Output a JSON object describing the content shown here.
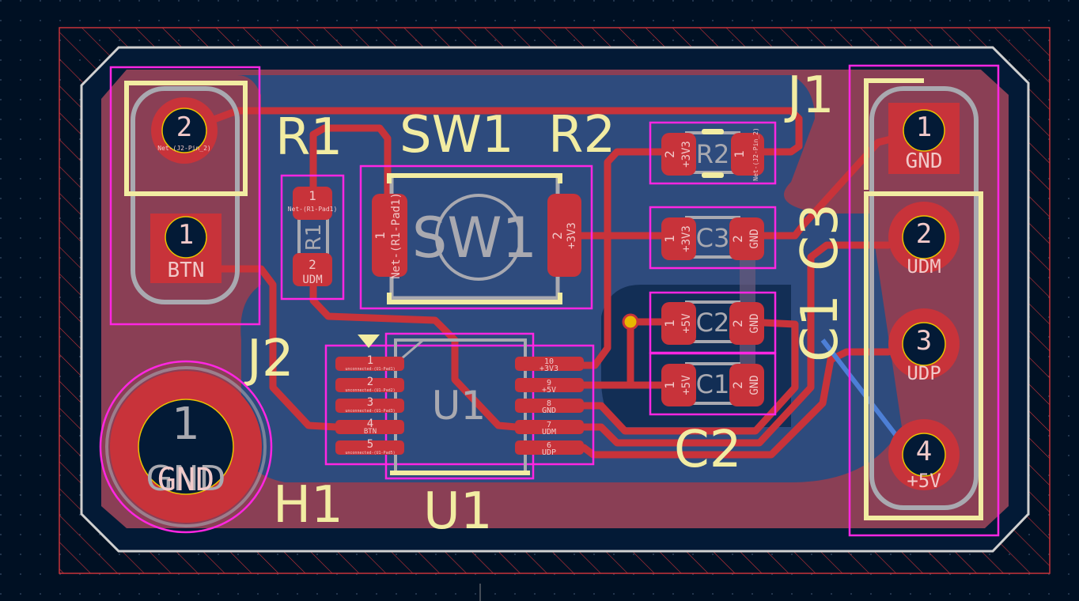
{
  "colors": {
    "background": "#001023",
    "front_copper": "#c8333a",
    "back_copper": "#2e4b7d",
    "silkscreen": "#f2eca2",
    "courtyard": "#ff26e2",
    "edge_cuts": "#d0d0d0",
    "fab": "#a9a9b0"
  },
  "components": {
    "J1": {
      "ref": "J1",
      "fab": "J1",
      "pads": [
        {
          "num": "1",
          "net": "GND"
        },
        {
          "num": "2",
          "net": "UDM"
        },
        {
          "num": "3",
          "net": "UDP"
        },
        {
          "num": "4",
          "net": "+5V"
        }
      ]
    },
    "J2": {
      "ref": "J2",
      "fab": "J2",
      "pads": [
        {
          "num": "2",
          "net": "Net-(J2-Pin_2)"
        },
        {
          "num": "1",
          "net": "BTN"
        }
      ]
    },
    "H1": {
      "ref": "H1",
      "fab": "GND",
      "pads": [
        {
          "num": "1",
          "net": "GND"
        }
      ]
    },
    "R1": {
      "ref": "R1",
      "fab": "R1",
      "pads": [
        {
          "num": "1",
          "net": "Net-(R1-Pad1)"
        },
        {
          "num": "2",
          "net": "UDM"
        }
      ]
    },
    "R2": {
      "ref": "R2",
      "fab": "R2",
      "pads": [
        {
          "num": "2",
          "net": "+3V3"
        },
        {
          "num": "1",
          "net": "Net-(J2-Pin_2)"
        }
      ]
    },
    "SW1": {
      "ref": "SW1",
      "fab": "SW1",
      "pads": [
        {
          "num": "1",
          "net": "Net-(R1-Pad1)"
        },
        {
          "num": "2",
          "net": "+3V3"
        }
      ]
    },
    "C1": {
      "ref": "C1",
      "fab": "C1",
      "pads": [
        {
          "num": "1",
          "net": "+5V"
        },
        {
          "num": "2",
          "net": "GND"
        }
      ]
    },
    "C2": {
      "ref": "C2",
      "fab": "C2",
      "pads": [
        {
          "num": "1",
          "net": "+5V"
        },
        {
          "num": "2",
          "net": "GND"
        }
      ]
    },
    "C3": {
      "ref": "C3",
      "fab": "C3",
      "pads": [
        {
          "num": "1",
          "net": "+3V3"
        },
        {
          "num": "2",
          "net": "GND"
        }
      ]
    },
    "U1": {
      "ref": "U1",
      "fab": "U1",
      "pads": [
        {
          "num": "1",
          "net": "unconnected-(U1-Pad1)"
        },
        {
          "num": "2",
          "net": "unconnected-(U1-Pad2)"
        },
        {
          "num": "3",
          "net": "unconnected-(U1-Pad3)"
        },
        {
          "num": "4",
          "net": "BTN"
        },
        {
          "num": "5",
          "net": "unconnected-(U1-Pad5)"
        },
        {
          "num": "10",
          "net": "+3V3"
        },
        {
          "num": "9",
          "net": "+5V"
        },
        {
          "num": "8",
          "net": "GND"
        },
        {
          "num": "7",
          "net": "UDM"
        },
        {
          "num": "6",
          "net": "UDP"
        }
      ]
    }
  }
}
